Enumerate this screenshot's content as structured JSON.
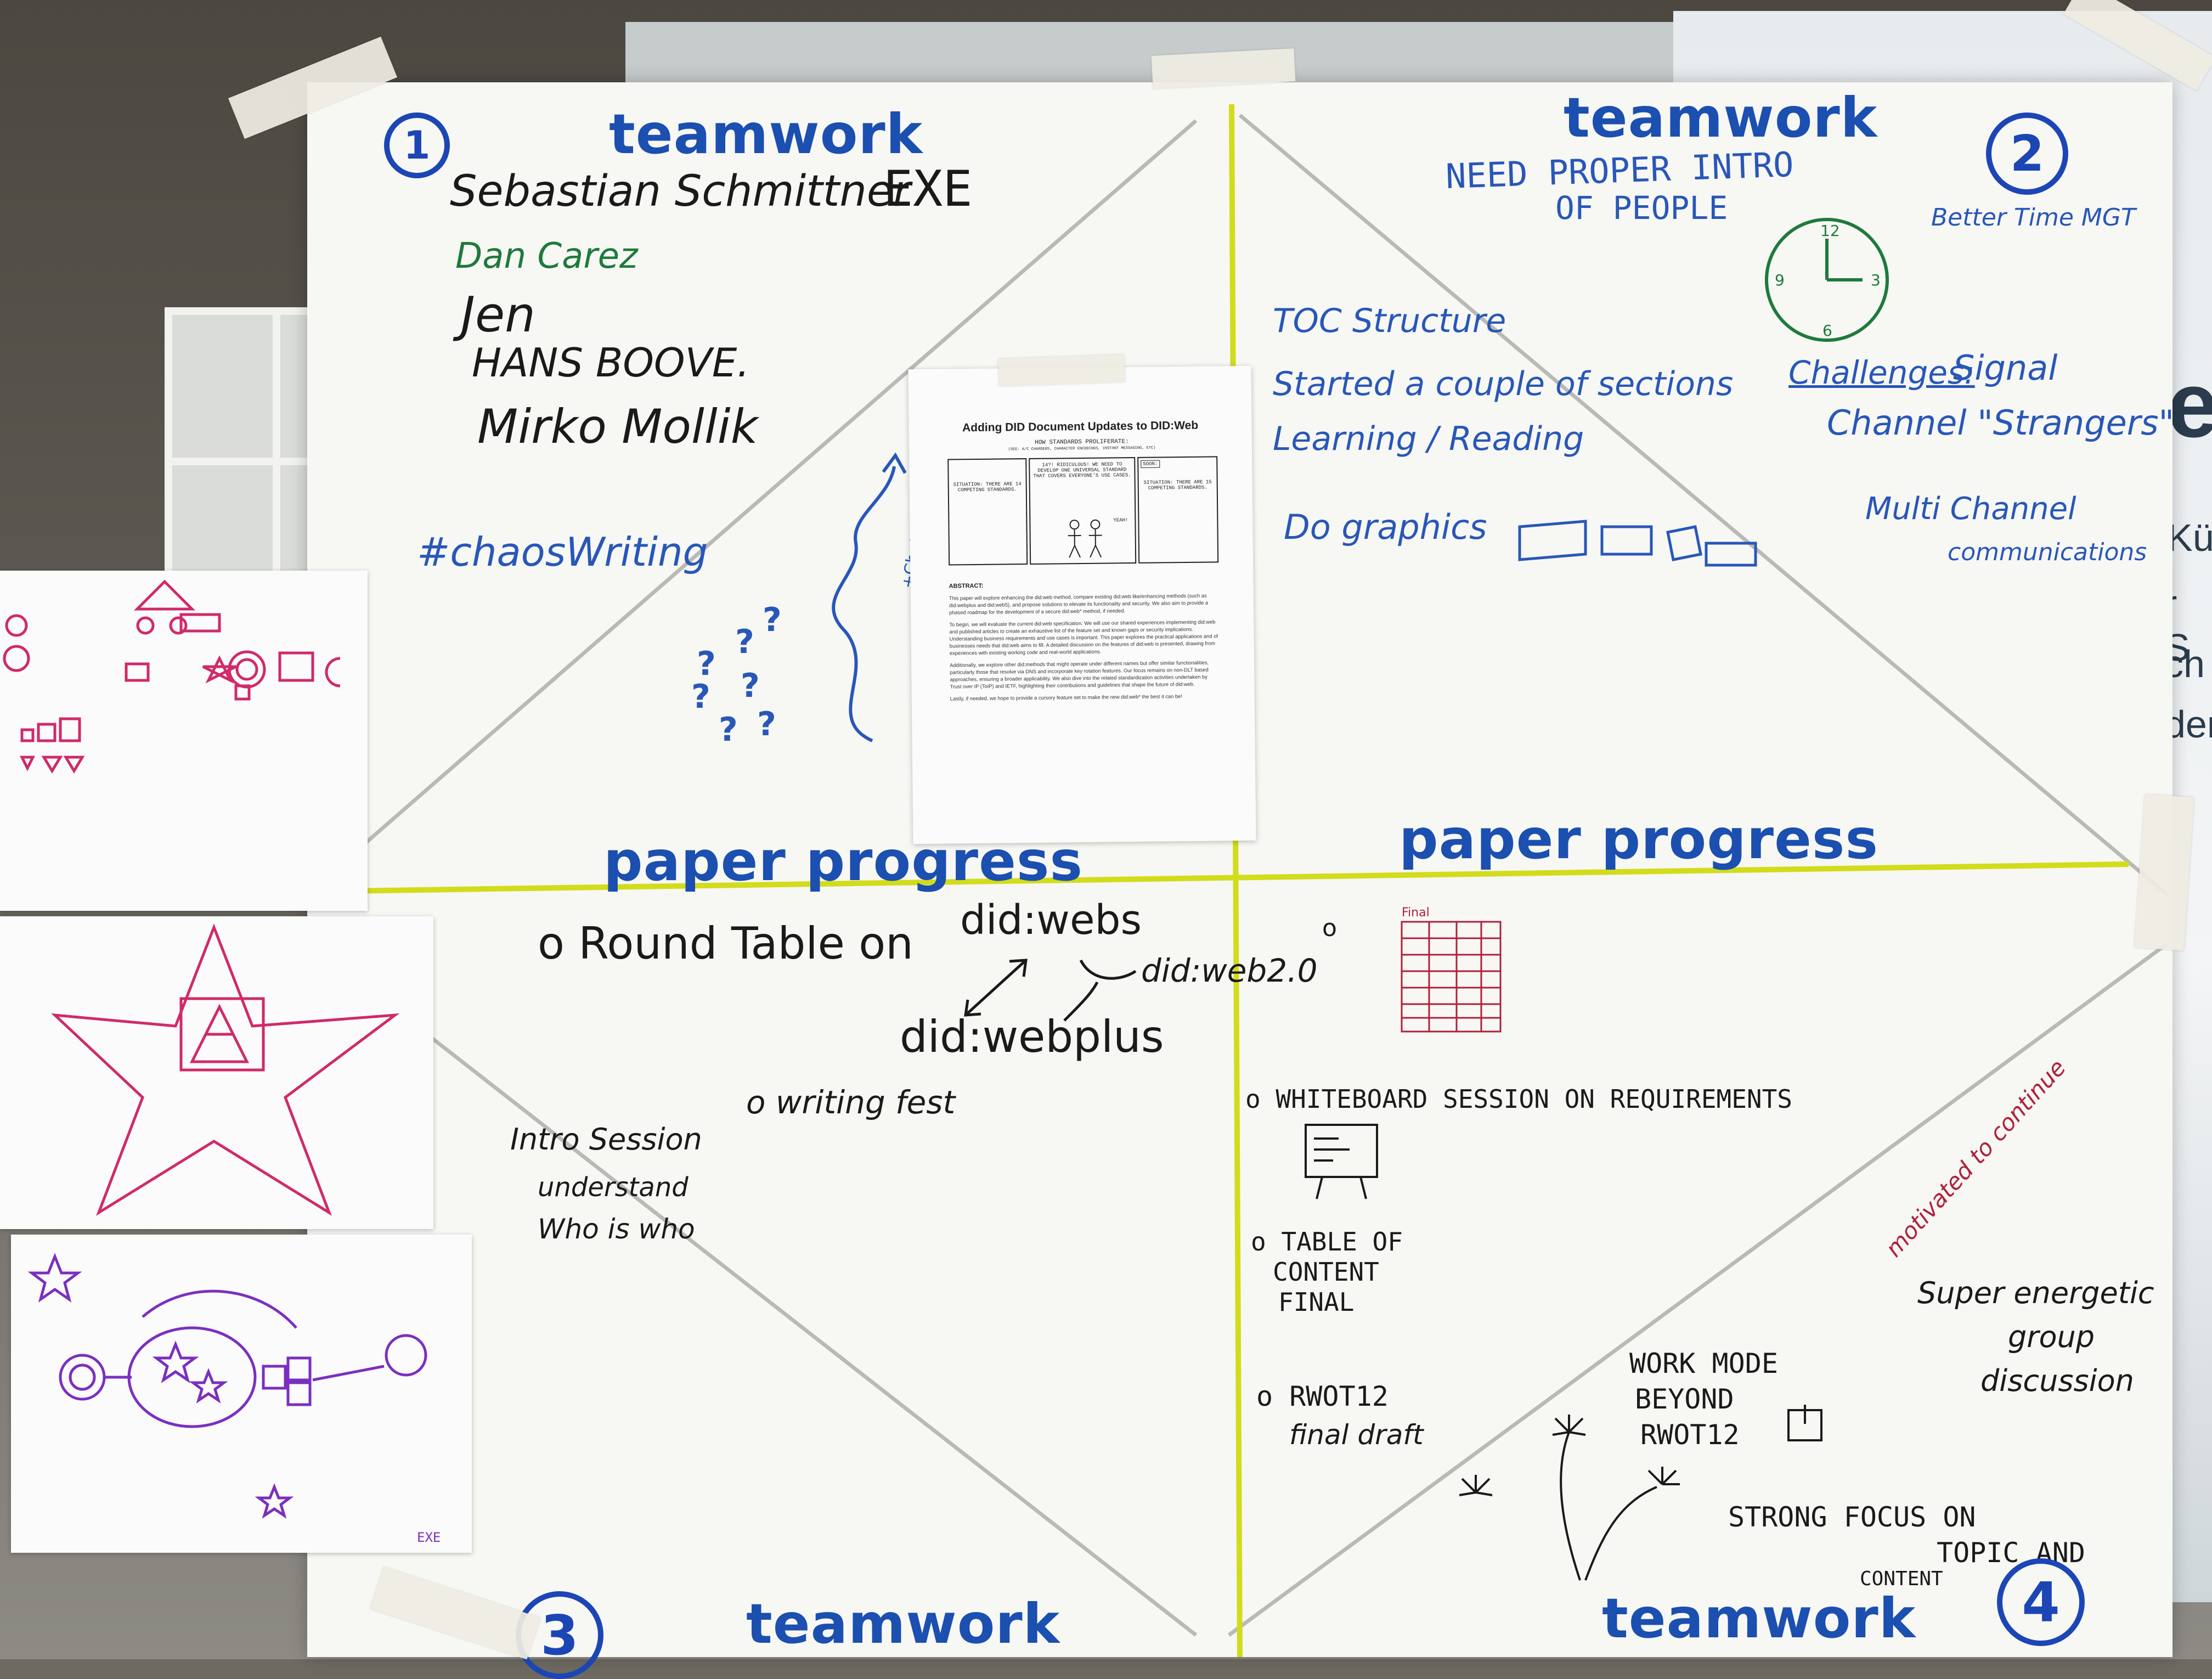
{
  "quadrant1": {
    "number": "1",
    "heading": "teamwork",
    "names": [
      "Sebastian Schmittner",
      "Dan Carez",
      "Jen",
      "HANS BOOVE.",
      "Mirko Mollik"
    ],
    "initials": "EXE",
    "hashtag": "#chaosWriting",
    "arrow_note": "+ChatGPT"
  },
  "quadrant2": {
    "number": "2",
    "heading": "teamwork",
    "intro_line1": "NEED PROPER INTRO",
    "intro_line2": "OF PEOPLE",
    "time_mgt": "Better Time MGT",
    "clock_numbers": [
      "12",
      "3",
      "6",
      "9"
    ],
    "toc": "TOC Structure",
    "sections": "Started a couple of sections",
    "learning": "Learning / Reading",
    "graphics": "Do graphics",
    "challenges_label": "Challenges:",
    "challenges_line1": "Signal",
    "challenges_line2": "Channel \"Strangers\"",
    "multi_line1": "Multi Channel",
    "multi_line2": "communications"
  },
  "quadrant3": {
    "number": "3",
    "heading_top": "paper progress",
    "heading_bottom": "teamwork",
    "roundtable": "o Round Table on",
    "didwebs": "did:webs",
    "didweb20": "did:web2.0",
    "didwebplus": "did:webplus",
    "writing": "o writing fest",
    "intro_session": "Intro Session",
    "understand": "understand",
    "whoiswho": "Who is who"
  },
  "quadrant4": {
    "number": "4",
    "heading_top": "paper progress",
    "heading_bottom": "teamwork",
    "bullet": "o",
    "final_label": "Final",
    "whiteboard": "o WHITEBOARD SESSION ON REQUIREMENTS",
    "toc_line1": "o TABLE OF",
    "toc_line2": "CONTENT",
    "toc_line3": "FINAL",
    "rwot_line1": "o RWOT12",
    "rwot_line2": "final draft",
    "motivated": "motivated to continue",
    "energetic_line1": "Super energetic",
    "energetic_line2": "group",
    "energetic_line3": "discussion",
    "workmode_line1": "WORK MODE",
    "workmode_line2": "BEYOND",
    "workmode_line3": "RWOT12",
    "focus_line1": "STRONG FOCUS ON",
    "focus_line2": "TOPIC AND",
    "focus_line3": "CONTENT"
  },
  "printed_paper": {
    "title": "Adding DID Document Updates to DID:Web",
    "comic_title": "HOW STANDARDS PROLIFERATE:",
    "comic_subtitle": "(SEE: A/C CHARGERS, CHARACTER ENCODINGS, INSTANT MESSAGING, ETC)",
    "panel1": "SITUATION: THERE ARE 14 COMPETING STANDARDS.",
    "panel2": "14?! RIDICULOUS! WE NEED TO DEVELOP ONE UNIVERSAL STANDARD THAT COVERS EVERYONE'S USE CASES.",
    "panel2_reply": "YEAH!",
    "panel3_label": "SOON:",
    "panel3": "SITUATION: THERE ARE 15 COMPETING STANDARDS.",
    "abstract_label": "ABSTRACT:",
    "abstract_p1": "This paper will explore enhancing the did:web method, compare existing did:web like/enhancing methods (such as did:webplus and did:web5), and propose solutions to elevate its functionality and security. We also aim to provide a phased roadmap for the development of a secure did:web* method, if needed.",
    "abstract_p2": "To begin, we will evaluate the current did:web specification. We will use our shared experiences implementing did:web and published articles to create an exhaustive list of the feature set and known gaps or security implications. Understanding business requirements and use cases is important. This paper explores the practical applications and of businesses needs that did:web aims to fill. A detailed discussion on the features of did:web is presented, drawing from experiences with existing working code and real-world applications.",
    "abstract_p3": "Additionally, we explore other did:methods that might operate under different names but offer similar functionalities, particularly those that resolve via DNS and incorporate key rotation features. Our focus remains on non-DLT based approaches, ensuring a broader applicability. We also dive into the related standardization activities undertaken by Trust over IP (ToIP) and IETF, highlighting their contributions and guidelines that shape the future of did:web.",
    "abstract_p4": "Lastly, if needed, we hope to provide a cursory feature set to make the new did:web* the best it can be!"
  },
  "side_sheets": {
    "bottom_initials": "EXE"
  },
  "background_screen": {
    "fragments": [
      "e",
      "Kü",
      "r S",
      "ch",
      "der"
    ]
  },
  "colors": {
    "title_blue": "#1b4fb0",
    "marker_blue": "#2857b8",
    "marker_black": "#1a1a1a",
    "marker_green": "#1e7a3c",
    "marker_red": "#b0203a",
    "marker_pink": "#d02a6a",
    "marker_purple": "#7b2fc0",
    "divider_yellow": "#d2dc1a",
    "diagonal_gray": "#b9b9b5"
  }
}
